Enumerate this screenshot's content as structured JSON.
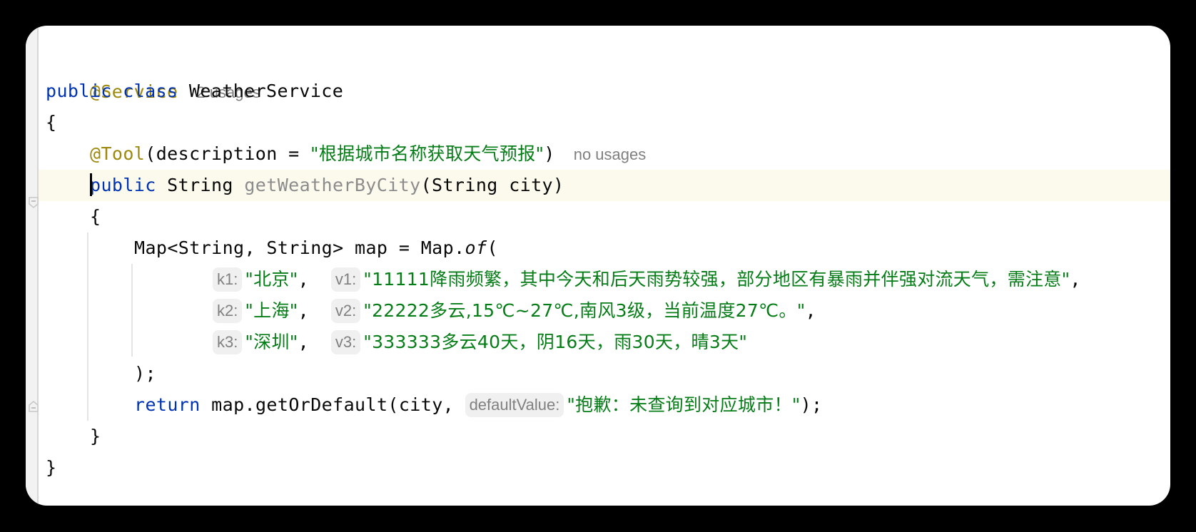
{
  "editor": {
    "lines": {
      "l1": {
        "annotation": "@Service",
        "usage_hint": "2 usages"
      },
      "l2": {
        "kw1": "public",
        "kw2": "class",
        "class_name": "WeatherService"
      },
      "l3": {
        "text": "{"
      },
      "l4": {
        "annotation": "@Tool",
        "open": "(description = ",
        "string": "\"根据城市名称获取天气预报\"",
        "close": ")",
        "usage_hint": "no usages"
      },
      "l5": {
        "kw": "public",
        "type": "String",
        "method": "getWeatherByCity",
        "params": "(String city)"
      },
      "l6": {
        "text": "{"
      },
      "l7": {
        "prefix": "Map<String, String> map = Map.",
        "method": "of",
        "suffix": "("
      },
      "l8": {
        "k_hint": "k1:",
        "k_val": "\"北京\"",
        "sep": ",  ",
        "v_hint": "v1:",
        "v_val": "\"11111降雨频繁，其中今天和后天雨势较强，部分地区有暴雨并伴强对流天气，需注意\"",
        "end": ","
      },
      "l9": {
        "k_hint": "k2:",
        "k_val": "\"上海\"",
        "sep": ",  ",
        "v_hint": "v2:",
        "v_val": "\"22222多云,15℃~27℃,南风3级，当前温度27℃。\"",
        "end": ","
      },
      "l10": {
        "k_hint": "k3:",
        "k_val": "\"深圳\"",
        "sep": ",  ",
        "v_hint": "v3:",
        "v_val": "\"333333多云40天，阴16天，雨30天，晴3天\"",
        "end": ""
      },
      "l11": {
        "text": ");"
      },
      "l12": {
        "kw": "return",
        "call": "map.getOrDefault(city, ",
        "hint": "defaultValue:",
        "string": "\"抱歉：未查询到对应城市！\"",
        "end": ");"
      },
      "l13": {
        "text": "}"
      },
      "l14": {
        "text": "}"
      }
    },
    "colors": {
      "keyword": "#0033b3",
      "annotation": "#9e880d",
      "string": "#067d17",
      "unused": "#8c8c8c",
      "hint_bg": "#f0f0f0",
      "current_line": "#fcfaed"
    }
  }
}
